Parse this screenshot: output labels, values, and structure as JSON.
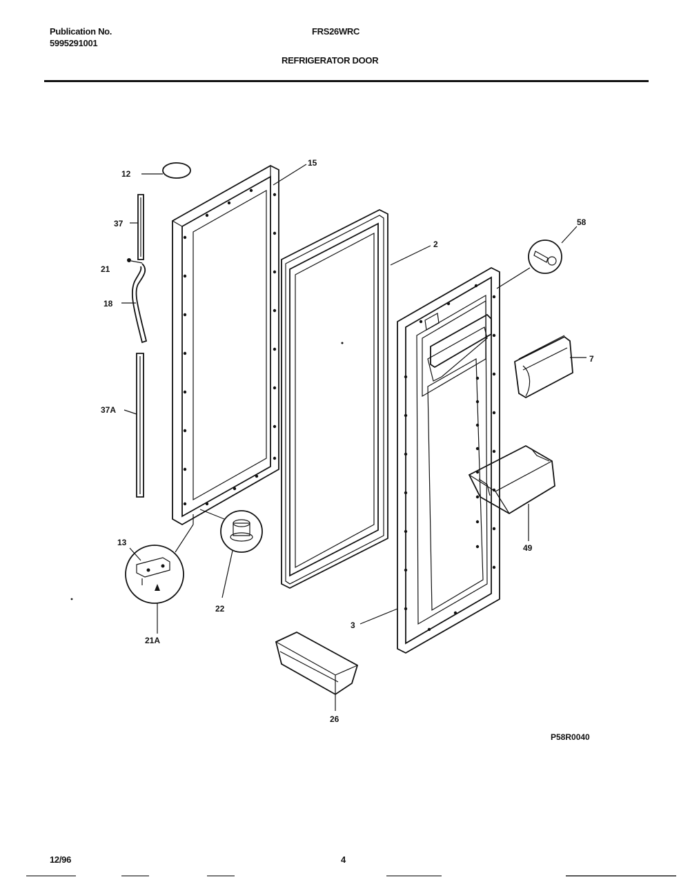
{
  "header": {
    "publication_label": "Publication No.",
    "publication_number": "5995291001",
    "model": "FRS26WRC",
    "section_title": "REFRIGERATOR DOOR"
  },
  "parts": {
    "p12": "12",
    "p15": "15",
    "p37": "37",
    "p21": "21",
    "p18": "18",
    "p37A": "37A",
    "p13": "13",
    "p21A": "21A",
    "p22": "22",
    "p2": "2",
    "p58": "58",
    "p7": "7",
    "p49": "49",
    "p3": "3",
    "p26": "26"
  },
  "drawing_code": "P58R0040",
  "footer": {
    "date": "12/96",
    "page": "4"
  }
}
